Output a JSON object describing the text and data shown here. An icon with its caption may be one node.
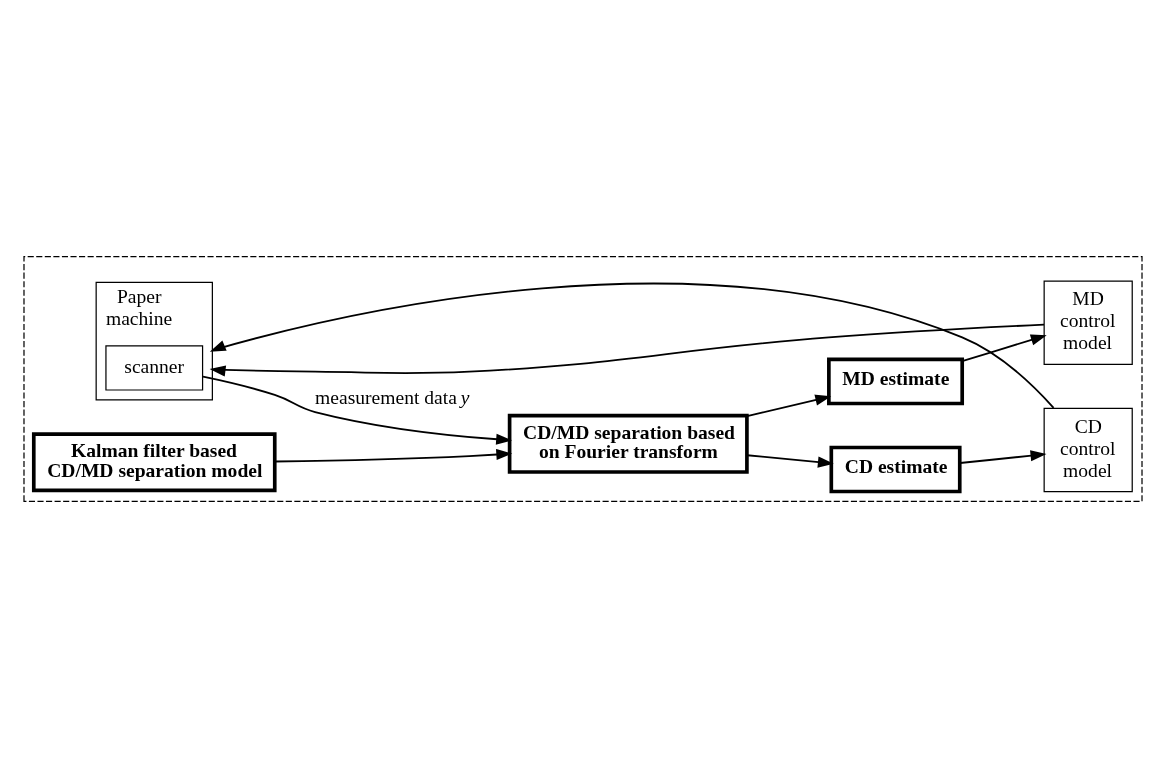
{
  "diagram": {
    "nodes": [
      {
        "text": [],
        "shape": "box"
      },
      {
        "text": [
          "Paper machine"
        ],
        "in": 0
      },
      {
        "text": [
          "scanner"
        ],
        "in": 1
      },
      {
        "text": [
          "MD control model"
        ],
        "in": 0
      },
      {
        "text": [
          "CD control model"
        ],
        "in": 0
      },
      {
        "text": [
          "Kalman filter based CD/MD separation model"
        ],
        "in": 0
      },
      {
        "text": [
          "CD/MD separation based on Fourier transform"
        ],
        "in": 0
      },
      {
        "text": [
          "CD estimate"
        ],
        "in": 0
      },
      {
        "text": [
          "MD estimate"
        ],
        "in": 0
      }
    ],
    "edges": [
      {
        "from": 3,
        "to": 1,
        "arrow": "to"
      },
      {
        "from": 4,
        "to": 1,
        "arrow": "to"
      },
      {
        "from": 2,
        "to": 6,
        "arrow": "to",
        "label": "measurement data *y*"
      },
      {
        "from": 5,
        "to": 6,
        "arrow": "to"
      },
      {
        "from": 6,
        "to": 7,
        "arrow": "to"
      },
      {
        "from": 6,
        "to": 8,
        "arrow": "to"
      },
      {
        "from": 7,
        "to": 4,
        "arrow": "to"
      },
      {
        "from": 8,
        "to": 3,
        "arrow": "to"
      }
    ]
  }
}
